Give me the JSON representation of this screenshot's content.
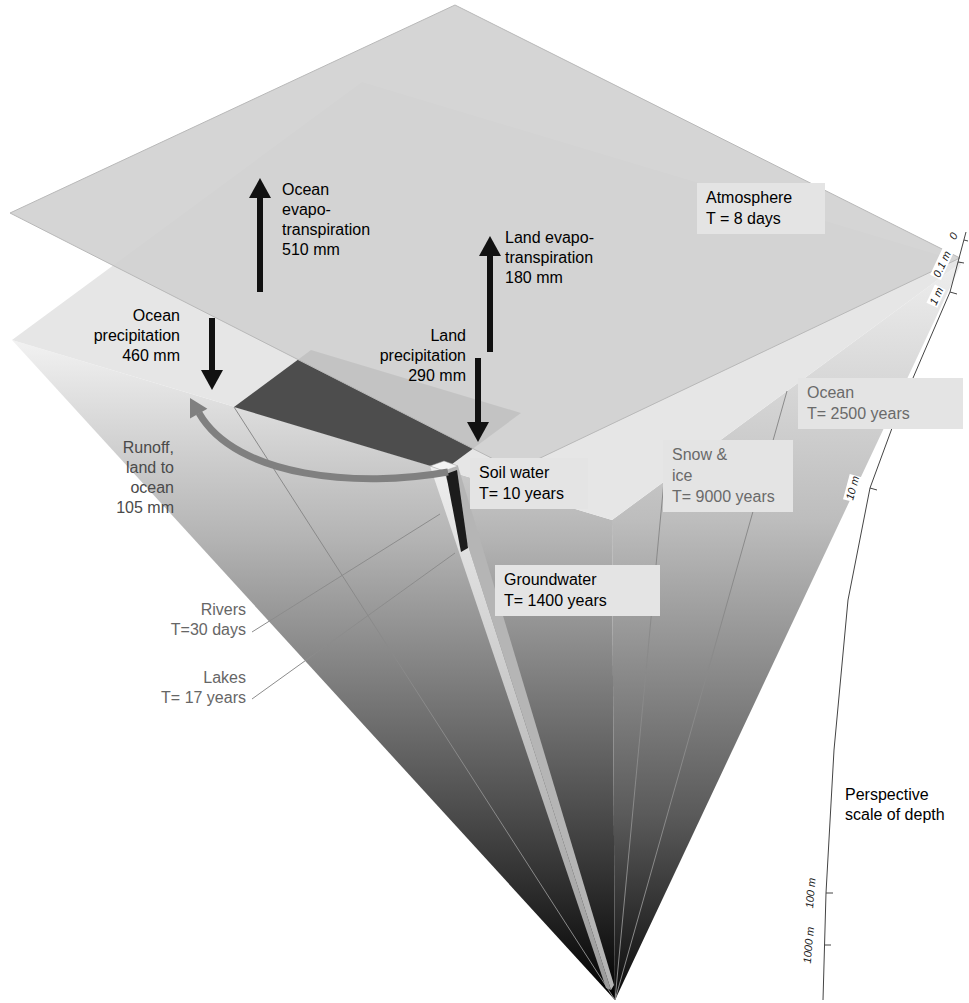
{
  "diagram": {
    "nodes": [
      {
        "text": [
          "Atmosphere",
          "T = 8 days"
        ]
      },
      {
        "text": [
          "Ocean",
          "T= 2500 years"
        ]
      },
      {
        "text": [
          "Snow & ice",
          "T= 9000 years"
        ]
      },
      {
        "text": [
          "Soil water",
          "T= 10 years"
        ]
      },
      {
        "text": [
          "Groundwater",
          "T= 1400 years"
        ]
      }
    ],
    "labels": [
      "Ocean evapo- transpiration 510 mm",
      "Land evapo- transpiration 180 mm",
      "Ocean precipitation 460 mm",
      "Land precipitation 290 mm",
      "Runoff, land to ocean 105 mm",
      "Rivers",
      "T=30 days",
      "Lakes",
      "T= 17 years",
      "0",
      "0.1 m",
      "1 m",
      "10 m",
      "100 m",
      "1000 m",
      "Perspective scale of depth"
    ]
  }
}
